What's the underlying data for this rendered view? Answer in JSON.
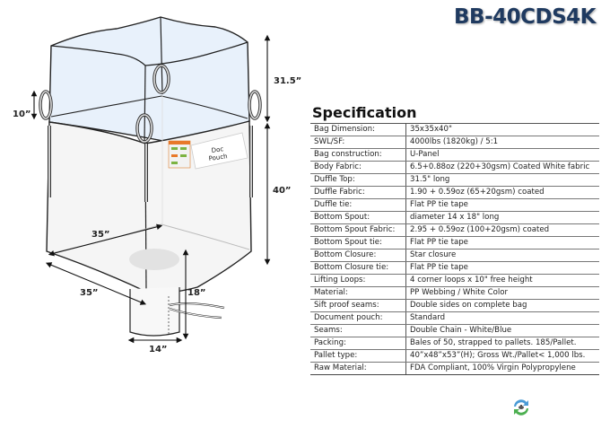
{
  "header": {
    "title": "BB-40CDS4K"
  },
  "diagram": {
    "labels": {
      "duffle_height": "31.5”",
      "loop_height": "10”",
      "body_height": "40”",
      "width_back": "35”",
      "width_front": "35”",
      "spout_length": "18”",
      "spout_diameter": "14”",
      "doc_pouch_line1": "Doc",
      "doc_pouch_line2": "Pouch"
    },
    "colors": {
      "duffle_fill": "#e8f1fb",
      "body_fill": "#f4f4f4",
      "outline": "#222222"
    }
  },
  "specification": {
    "heading": "Specification",
    "rows": [
      {
        "label": "Bag Dimension:",
        "value": "35x35x40\""
      },
      {
        "label": "SWL/SF:",
        "value": "4000lbs (1820kg) / 5:1"
      },
      {
        "label": "Bag construction:",
        "value": "U-Panel"
      },
      {
        "label": "Body Fabric:",
        "value": "6.5+0.88oz (220+30gsm) Coated White fabric"
      },
      {
        "label": "Duffle Top:",
        "value": "31.5\" long"
      },
      {
        "label": "Duffle Fabric:",
        "value": "1.90 + 0.59oz (65+20gsm) coated"
      },
      {
        "label": "Duffle tie:",
        "value": "Flat PP tie tape"
      },
      {
        "label": "Bottom Spout:",
        "value": "diameter 14 x 18\" long"
      },
      {
        "label": "Bottom Spout Fabric:",
        "value": "2.95 + 0.59oz (100+20gsm) coated"
      },
      {
        "label": "Bottom Spout tie:",
        "value": "Flat PP tie tape"
      },
      {
        "label": "Bottom Closure:",
        "value": "Star closure"
      },
      {
        "label": "Bottom Closure tie:",
        "value": "Flat PP tie tape"
      },
      {
        "label": "Lifting Loops:",
        "value": "4 corner loops x 10\" free height"
      },
      {
        "label": "Material:",
        "value": "PP Webbing / White Color"
      },
      {
        "label": "Sift proof seams:",
        "value": "Double sides on complete bag"
      },
      {
        "label": "Document pouch:",
        "value": "Standard"
      },
      {
        "label": "Seams:",
        "value": "Double Chain - White/Blue"
      },
      {
        "label": "Packing:",
        "value": "Bales of 50, strapped to pallets. 185/Pallet."
      },
      {
        "label": "Pallet type:",
        "value": "40”x48”x53”(H); Gross Wt./Pallet< 1,000 lbs."
      },
      {
        "label": "Raw Material:",
        "value": "FDA Compliant, 100% Virgin Polypropylene"
      }
    ]
  },
  "footer": {
    "logo_icon": "recycle-globe-icon"
  }
}
